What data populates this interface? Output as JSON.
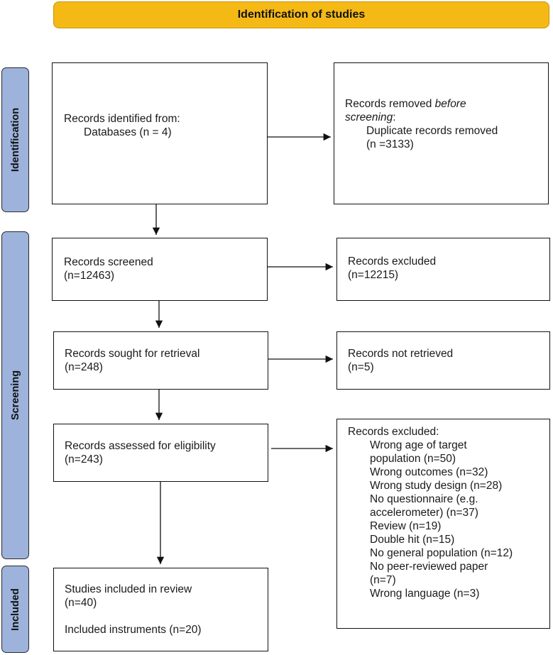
{
  "header": {
    "title": "Identification of studies"
  },
  "phases": {
    "identification": "Identification",
    "screening": "Screening",
    "included": "Included"
  },
  "boxes": {
    "identified": {
      "line1": "Records identified from:",
      "line2": "Databases (n = 4)"
    },
    "removed": {
      "line1_a": "Records removed ",
      "line1_b": "before",
      "line2_a": "screening",
      "line2_b": ":",
      "line3": "Duplicate records removed",
      "line4": "(n =3133)"
    },
    "screened": {
      "line1": "Records screened",
      "line2": "(n=12463)"
    },
    "excluded": {
      "line1": "Records excluded",
      "line2": "(n=12215)"
    },
    "sought": {
      "line1": "Records sought for retrieval",
      "line2": "(n=248)"
    },
    "not_retrieved": {
      "line1": "Records not retrieved",
      "line2": "(n=5)"
    },
    "assessed": {
      "line1": "Records assessed for eligibility",
      "line2": "(n=243)"
    },
    "excluded_reasons": {
      "title": "Records excluded:",
      "lines": [
        "Wrong age of target",
        "population (n=50)",
        "Wrong outcomes (n=32)",
        "Wrong study design (n=28)",
        "No questionnaire (e.g.",
        "accelerometer) (n=37)",
        "Review (n=19)",
        "Double hit (n=15)",
        "No general population (n=12)",
        "No peer-reviewed paper",
        "(n=7)",
        "Wrong language (n=3)"
      ]
    },
    "included": {
      "line1": "Studies included in review",
      "line2": "(n=40)",
      "line3": "Included instruments (n=20)"
    }
  },
  "colors": {
    "banner": "#f5b916",
    "phase": "#9db3dc",
    "border": "#111111"
  }
}
